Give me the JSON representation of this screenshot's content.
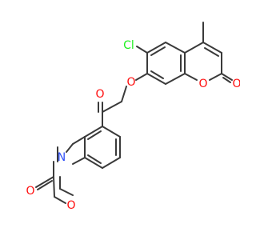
{
  "molecule": {
    "atom_colors": {
      "O": "#ff0d0d",
      "N": "#3050f8",
      "Cl": "#1ff01f",
      "bond": "#3a3a3a"
    },
    "labels": {
      "cl": "Cl",
      "o_ether": "O",
      "o_ketone": "O",
      "o_lactone_ring": "O",
      "o_lactone_carbonyl": "O",
      "n_amide": "N",
      "o_amide_carbonyl": "O",
      "o_oxazine_ring": "O"
    }
  }
}
